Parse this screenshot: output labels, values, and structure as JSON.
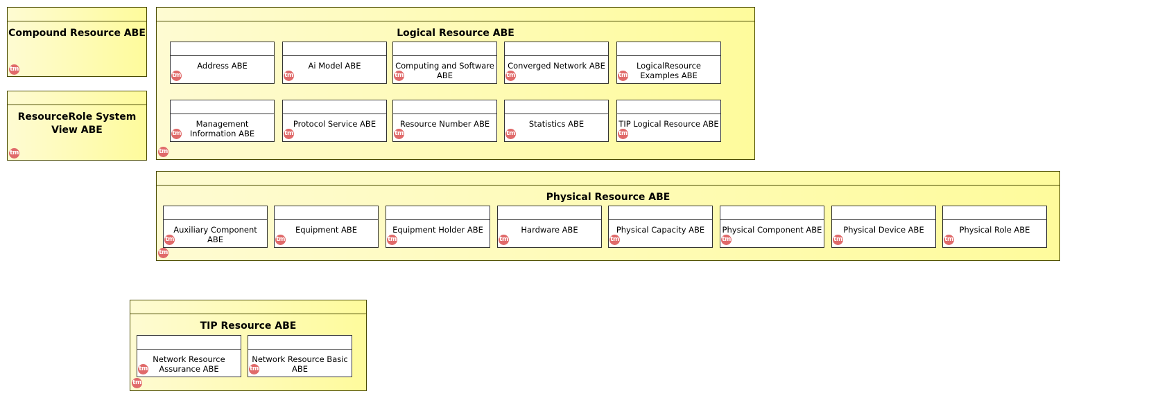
{
  "colors": {
    "package_fill_start": "#fefbd2",
    "package_fill_end": "#fefb9c",
    "stereotype_badge": "#e06a6a"
  },
  "badge_icon": "tm-stereotype-icon",
  "badge_text": "tm",
  "packages": {
    "compound": {
      "title": "Compound Resource ABE"
    },
    "resourcerole": {
      "title": "ResourceRole System View ABE"
    },
    "logical": {
      "title": "Logical Resource ABE",
      "items": [
        "Address ABE",
        "Ai Model ABE",
        "Computing and Software ABE",
        "Converged Network ABE",
        "LogicalResource Examples ABE",
        "Management Information ABE",
        "Protocol Service ABE",
        "Resource Number ABE",
        "Statistics ABE",
        "TIP Logical Resource ABE"
      ]
    },
    "physical": {
      "title": "Physical Resource ABE",
      "items": [
        "Auxiliary Component ABE",
        "Equipment ABE",
        "Equipment Holder ABE",
        "Hardware ABE",
        "Physical Capacity ABE",
        "Physical Component ABE",
        "Physical Device ABE",
        "Physical Role ABE"
      ]
    },
    "tip": {
      "title": "TIP Resource ABE",
      "items": [
        "Network Resource Assurance ABE",
        "Network Resource Basic ABE"
      ]
    }
  }
}
